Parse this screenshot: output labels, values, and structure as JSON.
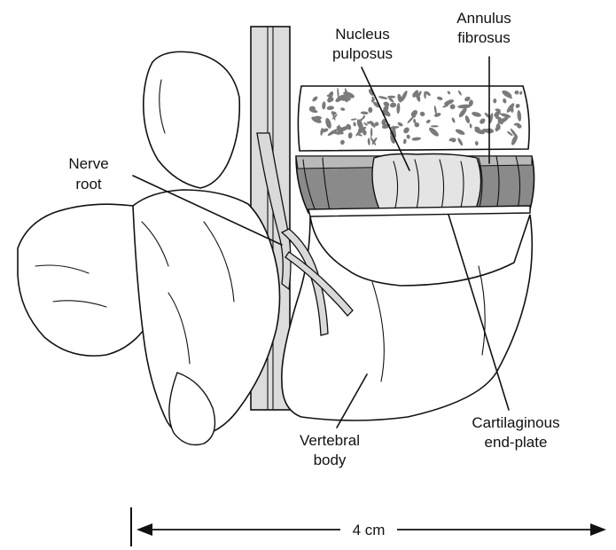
{
  "labels": {
    "nucleus_line1": "Nucleus",
    "nucleus_line2": "pulposus",
    "annulus_line1": "Annulus",
    "annulus_line2": "fibrosus",
    "nerve_line1": "Nerve",
    "nerve_line2": "root",
    "cartilage_line1": "Cartilaginous",
    "cartilage_line2": "end-plate",
    "vertebral_line1": "Vertebral",
    "vertebral_line2": "body"
  },
  "scale": {
    "text": "4 cm"
  },
  "colors": {
    "ink": "#111111",
    "disc_gray": "#8a8a8a",
    "disc_light": "#b9b9b9",
    "nucleus": "#e4e4e4",
    "trabecular": "#7a7a7a",
    "nerve_fill": "#d9d9d9"
  }
}
